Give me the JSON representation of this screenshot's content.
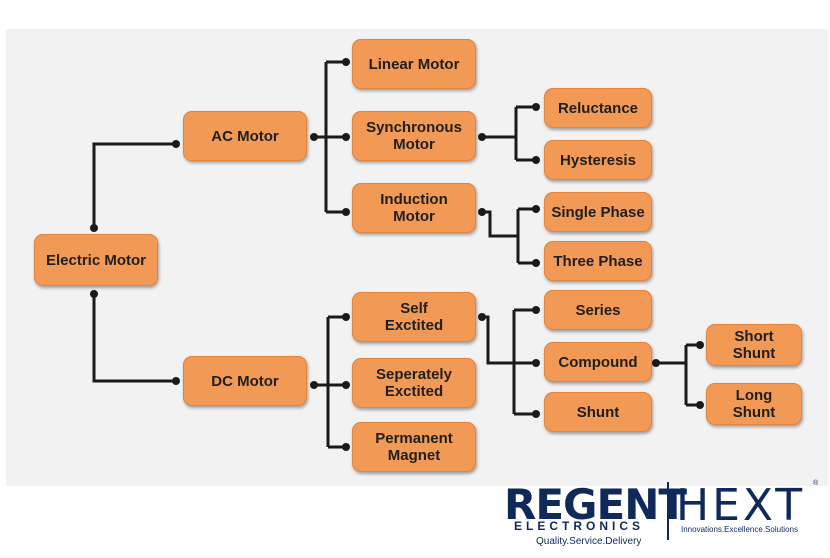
{
  "diagram": {
    "root": "Electric Motor",
    "level1": {
      "ac": "AC Motor",
      "dc": "DC Motor"
    },
    "ac_children": {
      "linear": "Linear Motor",
      "synchronous": "Synchronous\nMotor",
      "induction": "Induction\nMotor"
    },
    "synchronous_children": {
      "reluctance": "Reluctance",
      "hysteresis": "Hysteresis"
    },
    "induction_children": {
      "single": "Single Phase",
      "three": "Three Phase"
    },
    "dc_children": {
      "self": "Self\nExctited",
      "separately": "Seperately\nExctited",
      "permanent": "Permanent\nMagnet"
    },
    "self_children": {
      "series": "Series",
      "compound": "Compound",
      "shunt": "Shunt"
    },
    "compound_children": {
      "short": "Short\nShunt",
      "long": "Long\nShunt"
    }
  },
  "branding": {
    "regent": "REGENT",
    "electronics": "ELECTRONICS",
    "regent_tagline": "Quality.Service.Delivery",
    "hext": "HEXT",
    "hext_mark": "®",
    "hext_tagline": "Innovations.Excellence.Solutions"
  },
  "colors": {
    "box_fill": "#f29a55",
    "line": "#1a1a1a",
    "canvas": "#f2f2f2",
    "brand": "#0f2a5a"
  }
}
